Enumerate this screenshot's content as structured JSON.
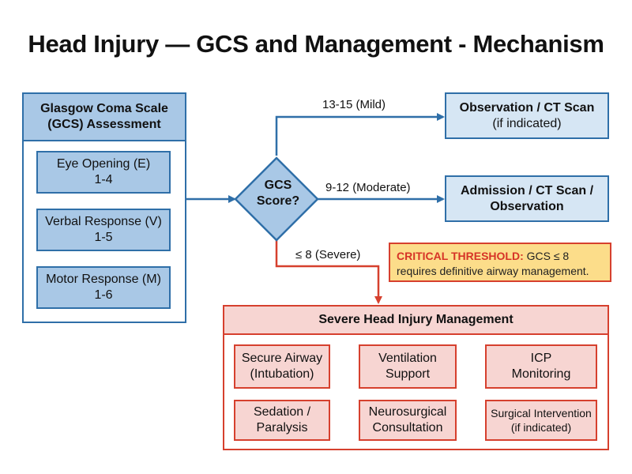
{
  "title": "Head Injury — GCS and Management - Mechanism",
  "gcs_panel": {
    "header_line1": "Glasgow Coma Scale",
    "header_line2": "(GCS) Assessment",
    "items": [
      {
        "label": "Eye Opening (E)",
        "range": "1-4"
      },
      {
        "label": "Verbal Response (V)",
        "range": "1-5"
      },
      {
        "label": "Motor Response (M)",
        "range": "1-6"
      }
    ]
  },
  "decision": {
    "line1": "GCS",
    "line2": "Score?"
  },
  "branches": {
    "mild": "13-15 (Mild)",
    "moderate": "9-12 (Moderate)",
    "severe": "≤ 8 (Severe)"
  },
  "outcomes": {
    "mild_line1": "Observation / CT Scan",
    "mild_line2": "(if indicated)",
    "moderate_line1": "Admission / CT Scan /",
    "moderate_line2": "Observation"
  },
  "critical": {
    "head": "CRITICAL THRESHOLD:",
    "head_rest": " GCS ≤ 8",
    "body": "requires definitive airway management."
  },
  "severe_panel": {
    "header": "Severe Head Injury Management",
    "row1": [
      {
        "line1": "Secure Airway",
        "line2": "(Intubation)"
      },
      {
        "line1": "Ventilation",
        "line2": "Support"
      },
      {
        "line1": "ICP",
        "line2": "Monitoring"
      }
    ],
    "row2": [
      {
        "line1": "Sedation /",
        "line2": "Paralysis"
      },
      {
        "line1": "Neurosurgical",
        "line2": "Consultation"
      },
      {
        "line1": "Surgical Intervention",
        "line2": "(if indicated)"
      }
    ]
  },
  "colors": {
    "blue_stroke": "#2f6fa8",
    "red_stroke": "#d6402e",
    "blue_fill": "#a9c8e6",
    "red_fill": "#f7d5d2",
    "warning_fill": "#fcdd8a"
  }
}
